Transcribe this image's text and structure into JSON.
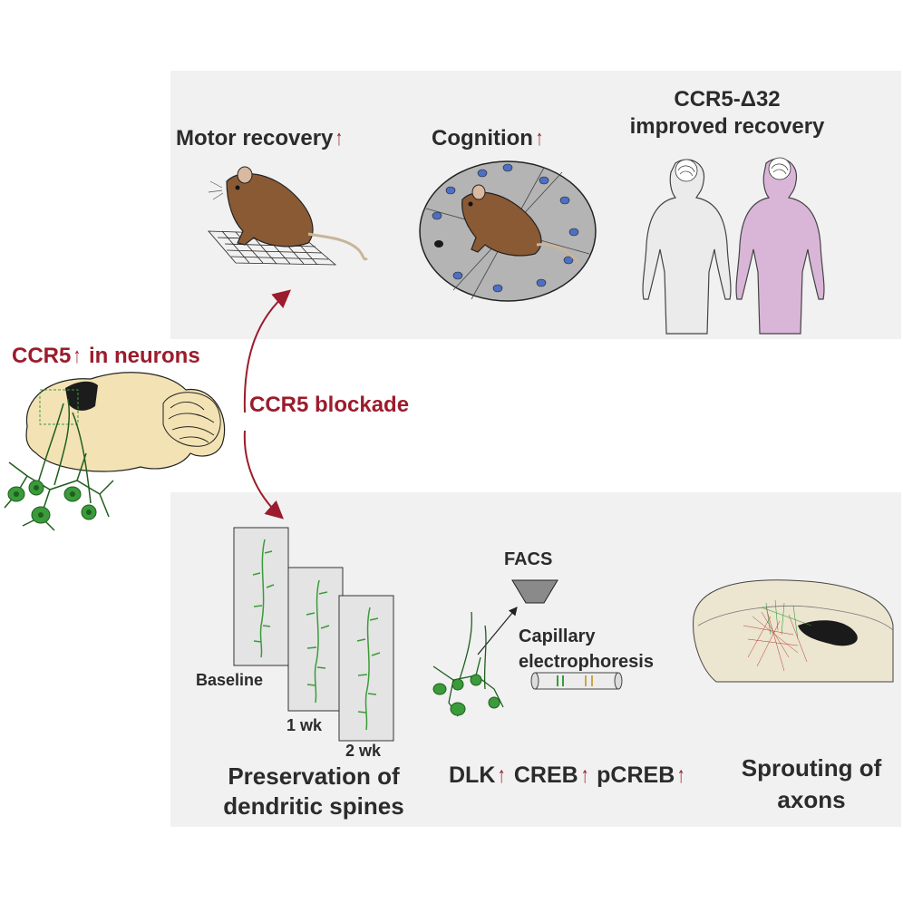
{
  "colors": {
    "accent_red": "#9b1c2c",
    "text_dark": "#2b2b2b",
    "panel_bg": "#f1f1f1",
    "neuron_green": "#3a9b3a",
    "brain_tan": "#f3e3b4",
    "mouse_brown": "#8a5a35",
    "maze_dot_blue": "#4d6fc4",
    "human_purple": "#d9b6d8"
  },
  "icons": [
    "up-arrow-icon",
    "mouse-icon",
    "grid-icon",
    "maze-icon",
    "human-icon",
    "brain-icon",
    "neuron-icon",
    "dendrite-icon",
    "facs-nozzle-icon",
    "capillary-tube-icon",
    "cortex-section-icon"
  ],
  "left": {
    "ccr5_label": "CCR5",
    "in_neurons_label": "in neurons",
    "blockade_label": "CCR5 blockade"
  },
  "top": {
    "motor_recovery": "Motor recovery",
    "cognition": "Cognition",
    "delta32_line1": "CCR5-Δ32",
    "delta32_line2": "improved recovery"
  },
  "bottom": {
    "baseline": "Baseline",
    "week1": "1 wk",
    "week2": "2 wk",
    "preservation_line1": "Preservation of",
    "preservation_line2": "dendritic spines",
    "facs": "FACS",
    "capillary_line1": "Capillary",
    "capillary_line2": "electrophoresis",
    "dlk": "DLK",
    "creb": "CREB",
    "pcreb": "pCREB",
    "sprouting_line1": "Sprouting of",
    "sprouting_line2": "axons"
  }
}
